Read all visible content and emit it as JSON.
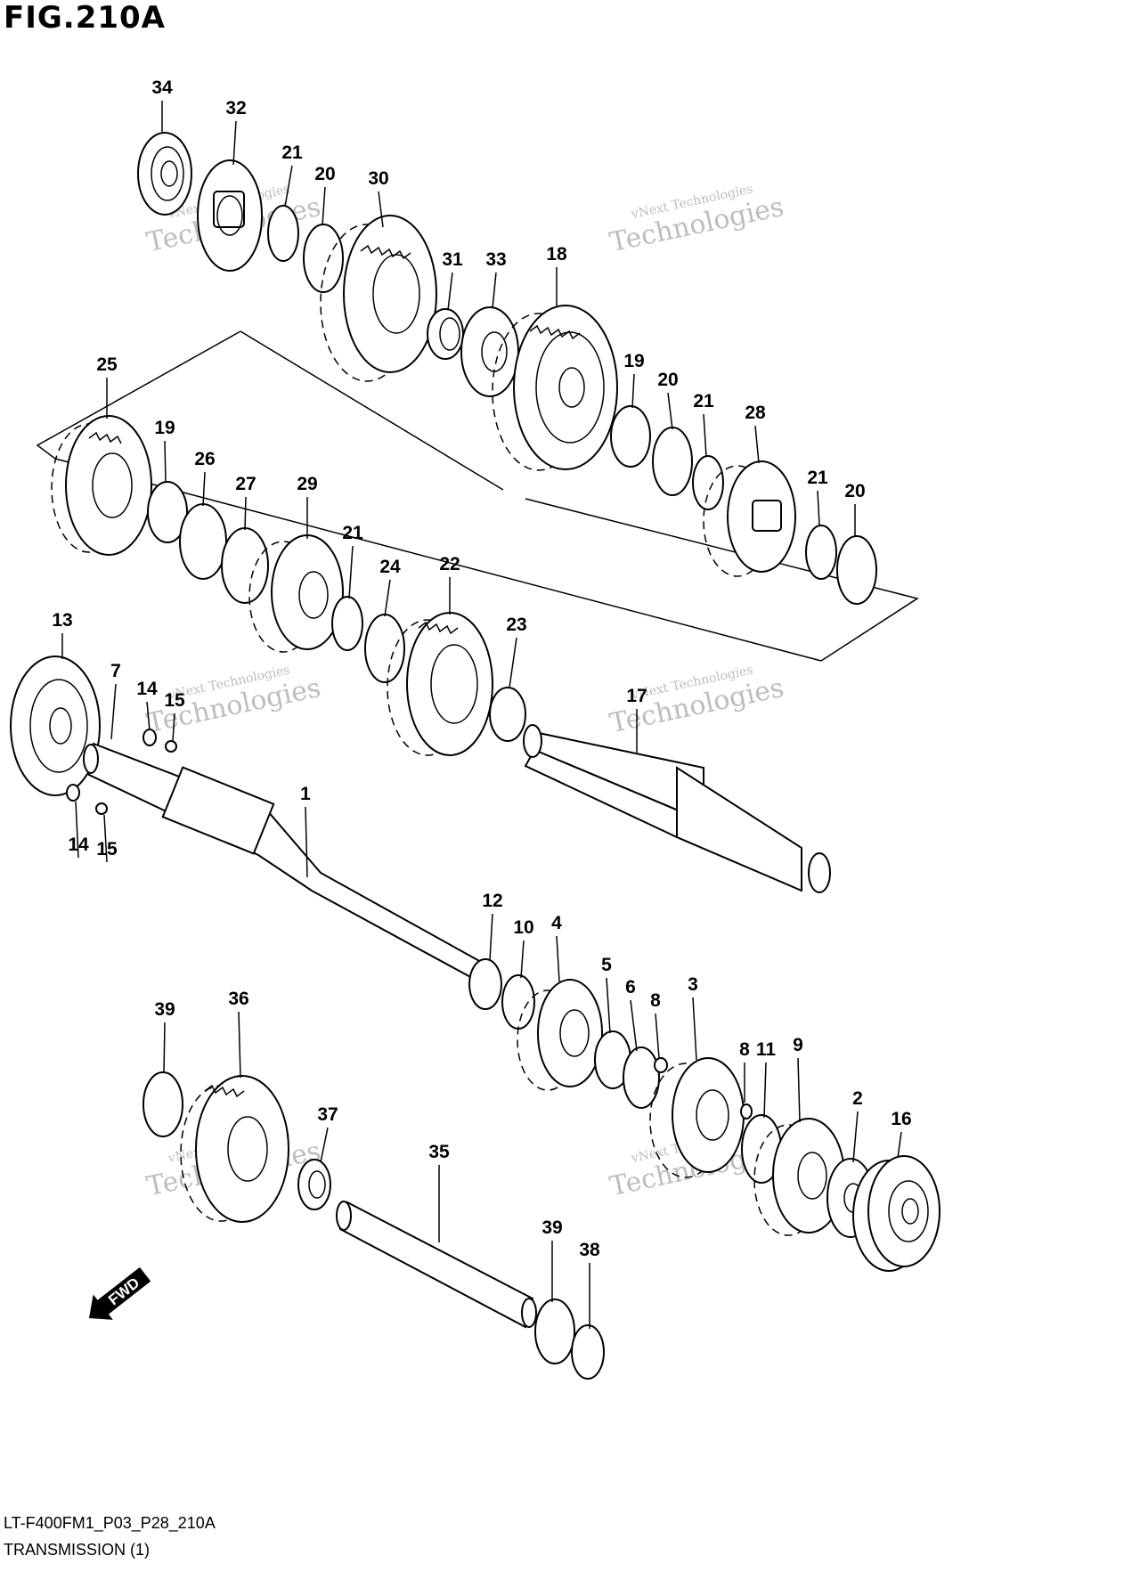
{
  "figure_label": "FIG.210A",
  "drawing_code": "LT-F400FM1_P03_P28_210A",
  "drawing_title": "TRANSMISSION (1)",
  "watermark_line1": "vNext Technologies",
  "watermark_line2": "Technologies",
  "fwd_label": "FWD",
  "callouts": [
    {
      "id": "34",
      "text": "34"
    },
    {
      "id": "32",
      "text": "32"
    },
    {
      "id": "21a",
      "text": "21"
    },
    {
      "id": "20a",
      "text": "20"
    },
    {
      "id": "30",
      "text": "30"
    },
    {
      "id": "31",
      "text": "31"
    },
    {
      "id": "33",
      "text": "33"
    },
    {
      "id": "18",
      "text": "18"
    },
    {
      "id": "25",
      "text": "25"
    },
    {
      "id": "19a",
      "text": "19"
    },
    {
      "id": "26",
      "text": "26"
    },
    {
      "id": "27",
      "text": "27"
    },
    {
      "id": "29",
      "text": "29"
    },
    {
      "id": "21b",
      "text": "21"
    },
    {
      "id": "24",
      "text": "24"
    },
    {
      "id": "22",
      "text": "22"
    },
    {
      "id": "23",
      "text": "23"
    },
    {
      "id": "19b",
      "text": "19"
    },
    {
      "id": "20b",
      "text": "20"
    },
    {
      "id": "21c",
      "text": "21"
    },
    {
      "id": "28",
      "text": "28"
    },
    {
      "id": "21d",
      "text": "21"
    },
    {
      "id": "20c",
      "text": "20"
    },
    {
      "id": "13",
      "text": "13"
    },
    {
      "id": "7",
      "text": "7"
    },
    {
      "id": "14a",
      "text": "14"
    },
    {
      "id": "15a",
      "text": "15"
    },
    {
      "id": "14b",
      "text": "14"
    },
    {
      "id": "15b",
      "text": "15"
    },
    {
      "id": "17",
      "text": "17"
    },
    {
      "id": "1",
      "text": "1"
    },
    {
      "id": "12",
      "text": "12"
    },
    {
      "id": "10",
      "text": "10"
    },
    {
      "id": "4",
      "text": "4"
    },
    {
      "id": "5",
      "text": "5"
    },
    {
      "id": "6",
      "text": "6"
    },
    {
      "id": "8a",
      "text": "8"
    },
    {
      "id": "3",
      "text": "3"
    },
    {
      "id": "8b",
      "text": "8"
    },
    {
      "id": "11",
      "text": "11"
    },
    {
      "id": "9",
      "text": "9"
    },
    {
      "id": "2",
      "text": "2"
    },
    {
      "id": "16",
      "text": "16"
    },
    {
      "id": "39a",
      "text": "39"
    },
    {
      "id": "36",
      "text": "36"
    },
    {
      "id": "37",
      "text": "37"
    },
    {
      "id": "35",
      "text": "35"
    },
    {
      "id": "39b",
      "text": "39"
    },
    {
      "id": "38",
      "text": "38"
    }
  ]
}
